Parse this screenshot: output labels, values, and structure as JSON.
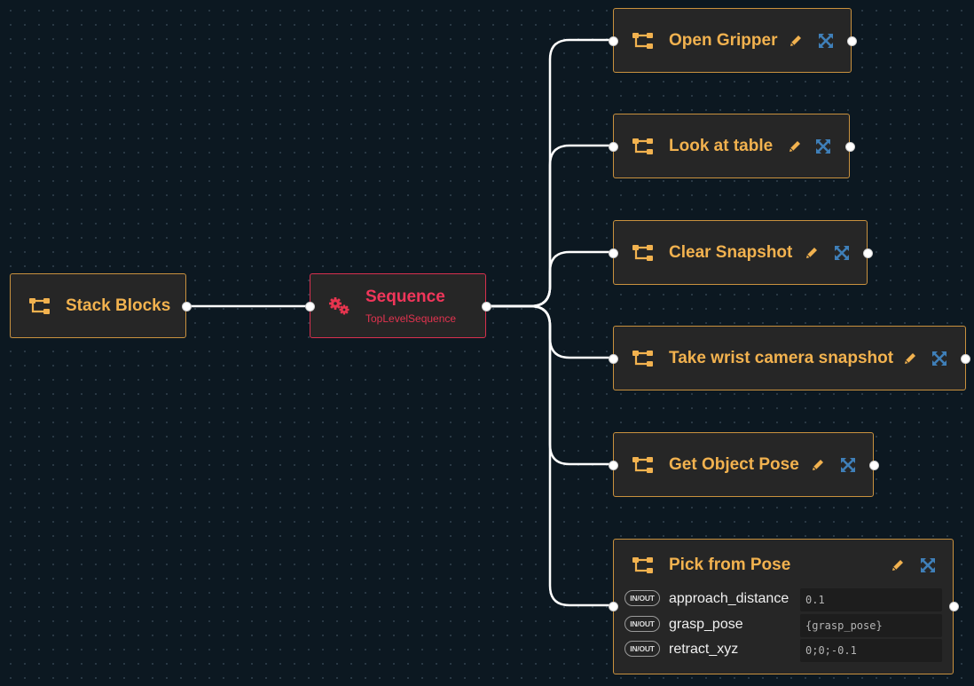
{
  "icons": {
    "subtree": "subtree-icon",
    "gears": "gears-icon",
    "edit": "pencil-icon",
    "expand": "expand-icon"
  },
  "colors": {
    "background": "#0c1821",
    "node_fill": "#262626",
    "subtree_accent": "#f2b24f",
    "sequence_accent": "#f0365a",
    "expand_icon": "#3f7fb8",
    "edge": "#ffffff"
  },
  "root": {
    "title": "Stack Blocks",
    "icon": "subtree-icon"
  },
  "sequence": {
    "title": "Sequence",
    "subtitle": "TopLevelSequence",
    "icon": "gears-icon"
  },
  "children": [
    {
      "title": "Open Gripper"
    },
    {
      "title": "Look at table"
    },
    {
      "title": "Clear Snapshot"
    },
    {
      "title": "Take wrist camera snapshot"
    },
    {
      "title": "Get Object Pose"
    },
    {
      "title": "Pick from Pose",
      "ports": [
        {
          "direction": "IN/OUT",
          "name": "approach_distance",
          "value": "0.1"
        },
        {
          "direction": "IN/OUT",
          "name": "grasp_pose",
          "value": "{grasp_pose}"
        },
        {
          "direction": "IN/OUT",
          "name": "retract_xyz",
          "value": "0;0;-0.1"
        }
      ]
    }
  ]
}
